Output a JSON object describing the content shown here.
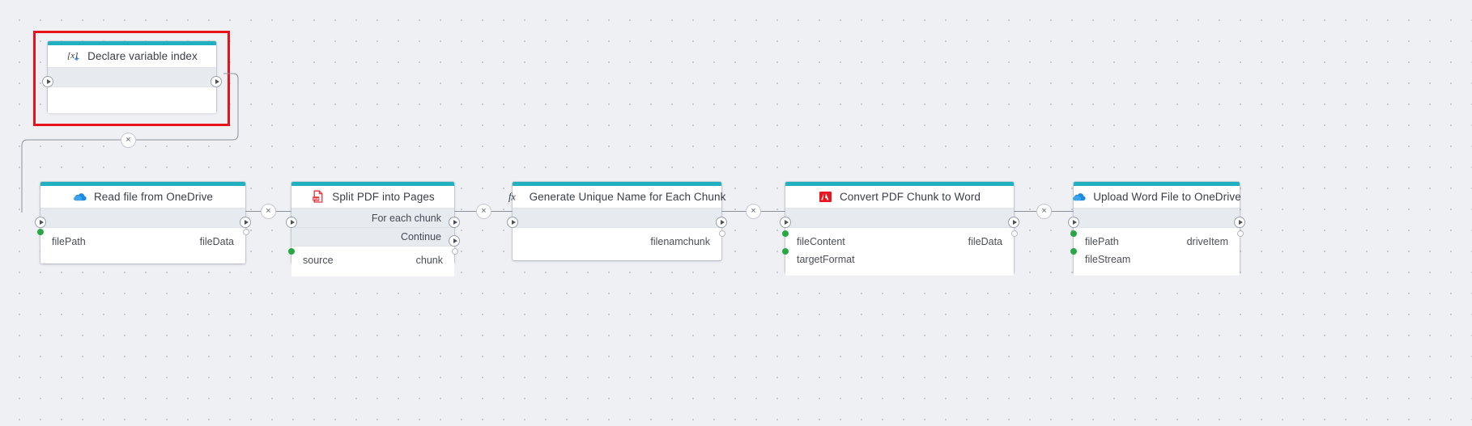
{
  "canvas": {
    "background_color": "#eef0f4",
    "grid_dot_color": "#c2c7d0",
    "accent_color": "#21b0bf",
    "selection_color": "#e8121d",
    "input_dot_color": "#28a745",
    "connector_color": "#8c929c"
  },
  "nodes": [
    {
      "id": "declare-variable-index",
      "title": "Declare variable index",
      "icon": "declare-variable-icon",
      "selected": true,
      "flow_rows": [
        {
          "label": ""
        }
      ],
      "params": []
    },
    {
      "id": "read-file-from-onedrive",
      "title": "Read file from OneDrive",
      "icon": "onedrive-icon",
      "selected": false,
      "flow_rows": [
        {
          "label": ""
        }
      ],
      "params": [
        {
          "in": "filePath",
          "out": "fileData"
        }
      ]
    },
    {
      "id": "split-pdf-into-pages",
      "title": "Split PDF into Pages",
      "icon": "pdf-icon",
      "selected": false,
      "flow_rows": [
        {
          "label": "For each chunk"
        },
        {
          "label": "Continue"
        }
      ],
      "params": [
        {
          "in": "source",
          "out": "chunk"
        }
      ]
    },
    {
      "id": "generate-unique-name-for-each-chunk",
      "title": "Generate Unique Name for Each Chunk",
      "icon": "function-fx-icon",
      "selected": false,
      "flow_rows": [
        {
          "label": ""
        }
      ],
      "params": [
        {
          "in": "",
          "out": "filenamchunk"
        }
      ]
    },
    {
      "id": "convert-pdf-chunk-to-word",
      "title": "Convert PDF Chunk to Word",
      "icon": "adobe-icon",
      "selected": false,
      "flow_rows": [
        {
          "label": ""
        }
      ],
      "params": [
        {
          "in": "fileContent",
          "out": "fileData"
        },
        {
          "in": "targetFormat",
          "out": ""
        }
      ]
    },
    {
      "id": "upload-word-file-to-onedrive",
      "title": "Upload Word File to OneDrive",
      "icon": "onedrive-icon",
      "selected": false,
      "flow_rows": [
        {
          "label": ""
        }
      ],
      "params": [
        {
          "in": "filePath",
          "out": "driveItem"
        },
        {
          "in": "fileStream",
          "out": ""
        }
      ]
    }
  ],
  "connectors": [
    {
      "id": "declare-to-read",
      "delete_label": "×"
    },
    {
      "id": "read-to-split",
      "delete_label": "×"
    },
    {
      "id": "split-to-generate",
      "delete_label": "×"
    },
    {
      "id": "generate-to-convert",
      "delete_label": "×"
    },
    {
      "id": "convert-to-upload",
      "delete_label": "×"
    }
  ]
}
